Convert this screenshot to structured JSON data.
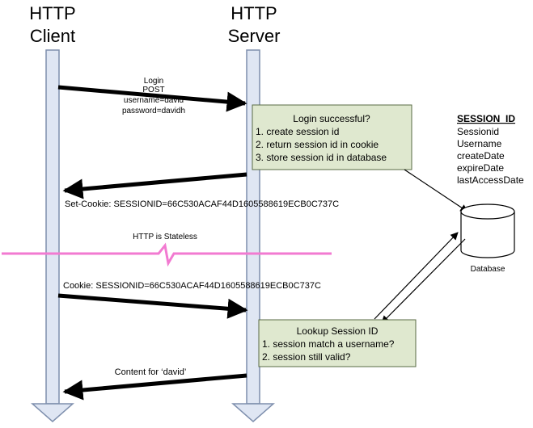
{
  "client": {
    "title_line1": "HTTP",
    "title_line2": "Client"
  },
  "server": {
    "title_line1": "HTTP",
    "title_line2": "Server"
  },
  "login_request": {
    "lines": [
      "Login",
      "POST",
      "username=david",
      "password=davidh"
    ]
  },
  "login_box": {
    "title": "Login successful?",
    "items": [
      "1. create session id",
      "2. return session id in cookie",
      "3. store session id in database"
    ]
  },
  "session_table": {
    "title": "SESSION_ID",
    "fields": [
      "Sessionid",
      "Username",
      "createDate",
      "expireDate",
      "lastAccessDate"
    ]
  },
  "set_cookie_label": "Set-Cookie: SESSIONID=66C530ACAF44D1605588619ECB0C737C",
  "stateless_label": "HTTP is Stateless",
  "database_label": "Database",
  "cookie_label": "Cookie: SESSIONID=66C530ACAF44D1605588619ECB0C737C",
  "lookup_box": {
    "title": "Lookup Session ID",
    "items": [
      "1.  session match a username?",
      "2.  session still valid?"
    ]
  },
  "content_label": "Content for ‘david’",
  "colors": {
    "lifeline_fill": "#dfe6f3",
    "lifeline_stroke": "#7e8fad",
    "box_fill": "#dfe8cf",
    "box_stroke": "#5a6b44",
    "divider": "#f27ad1"
  }
}
